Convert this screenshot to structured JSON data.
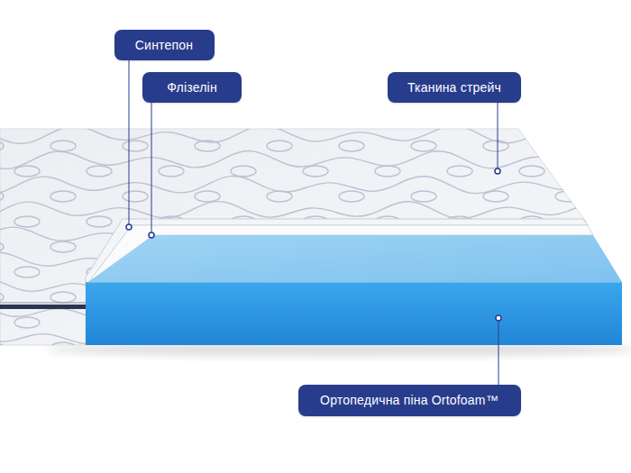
{
  "diagram": {
    "nodes": [
      {
        "text": [
          "Синтепон"
        ]
      },
      {
        "text": [
          "Флізелін"
        ]
      },
      {
        "text": [
          "Тканина стрейч"
        ]
      },
      {
        "text": [
          "Ортопедична піна Ortofoam™"
        ]
      }
    ]
  }
}
